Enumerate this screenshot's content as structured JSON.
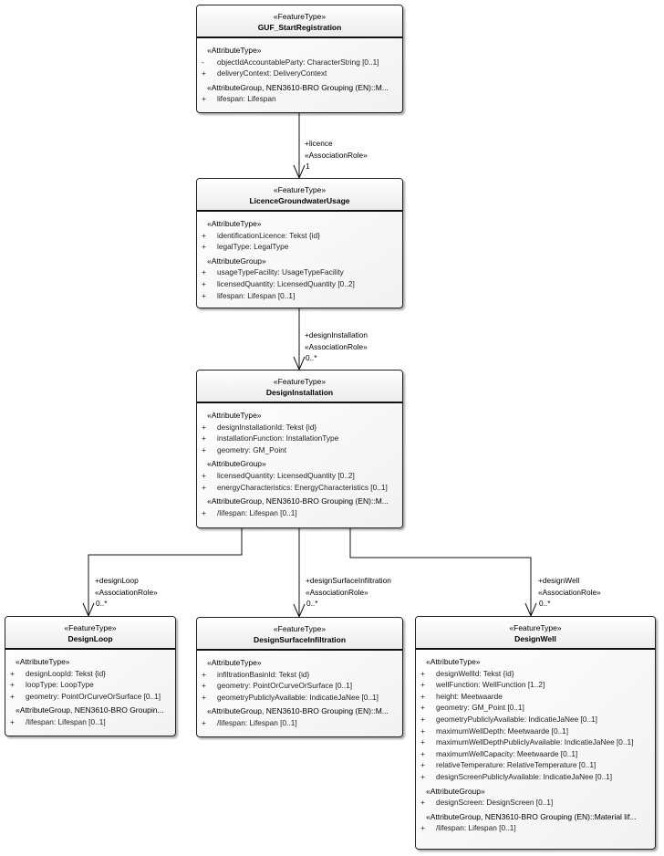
{
  "classes": [
    {
      "stereotype": "«FeatureType»",
      "name": "GUF_StartRegistration",
      "sections": [
        {
          "heading": "«AttributeType»",
          "rows": [
            {
              "vis": "-",
              "text": "objectIdAccountableParty: CharacterString [0..1]"
            },
            {
              "vis": "+",
              "text": "deliveryContext: DeliveryContext"
            }
          ]
        },
        {
          "heading": "«AttributeGroup, NEN3610-BRO Grouping (EN)::M...",
          "rows": [
            {
              "vis": "+",
              "text": "lifespan: Lifespan"
            }
          ]
        }
      ]
    },
    {
      "stereotype": "«FeatureType»",
      "name": "LicenceGroundwaterUsage",
      "sections": [
        {
          "heading": "«AttributeType»",
          "rows": [
            {
              "vis": "+",
              "text": "identificationLicence: Tekst {id}"
            },
            {
              "vis": "+",
              "text": "legalType: LegalType"
            }
          ]
        },
        {
          "heading": "«AttributeGroup»",
          "rows": [
            {
              "vis": "+",
              "text": "usageTypeFacility: UsageTypeFacility"
            },
            {
              "vis": "+",
              "text": "licensedQuantity: LicensedQuantity [0..2]"
            },
            {
              "vis": "+",
              "text": "lifespan: Lifespan [0..1]"
            }
          ]
        }
      ]
    },
    {
      "stereotype": "«FeatureType»",
      "name": "DesignInstallation",
      "sections": [
        {
          "heading": "«AttributeType»",
          "rows": [
            {
              "vis": "+",
              "text": "designInstallationId: Tekst {id}"
            },
            {
              "vis": "+",
              "text": "installationFunction: InstallationType"
            },
            {
              "vis": "+",
              "text": "geometry: GM_Point"
            }
          ]
        },
        {
          "heading": "«AttributeGroup»",
          "rows": [
            {
              "vis": "+",
              "text": "licensedQuantity: LicensedQuantity [0..2]"
            },
            {
              "vis": "+",
              "text": "energyCharacteristics: EnergyCharacteristics [0..1]"
            }
          ]
        },
        {
          "heading": "«AttributeGroup, NEN3610-BRO Grouping (EN)::M...",
          "rows": [
            {
              "vis": "+",
              "text": "/lifespan: Lifespan [0..1]"
            }
          ]
        }
      ]
    },
    {
      "stereotype": "«FeatureType»",
      "name": "DesignLoop",
      "sections": [
        {
          "heading": "«AttributeType»",
          "rows": [
            {
              "vis": "+",
              "text": "designLoopId: Tekst {id}"
            },
            {
              "vis": "+",
              "text": "loopType: LoopType"
            },
            {
              "vis": "+",
              "text": "geometry: PointOrCurveOrSurface [0..1]"
            }
          ]
        },
        {
          "heading": "«AttributeGroup, NEN3610-BRO Groupin...",
          "rows": [
            {
              "vis": "+",
              "text": "/lifespan: Lifespan [0..1]"
            }
          ]
        }
      ]
    },
    {
      "stereotype": "«FeatureType»",
      "name": "DesignSurfaceInfiltration",
      "sections": [
        {
          "heading": "«AttributeType»",
          "rows": [
            {
              "vis": "+",
              "text": "infiltrationBasinId: Tekst {id}"
            },
            {
              "vis": "+",
              "text": "geometry: PointOrCurveOrSurface [0..1]"
            },
            {
              "vis": "+",
              "text": "geometryPubliclyAvailable: IndicatieJaNee [0..1]"
            }
          ]
        },
        {
          "heading": "«AttributeGroup, NEN3610-BRO Grouping (EN)::M...",
          "rows": [
            {
              "vis": "+",
              "text": "/lifespan: Lifespan [0..1]"
            }
          ]
        }
      ]
    },
    {
      "stereotype": "«FeatureType»",
      "name": "DesignWell",
      "sections": [
        {
          "heading": "«AttributeType»",
          "rows": [
            {
              "vis": "+",
              "text": "designWellId: Tekst {id}"
            },
            {
              "vis": "+",
              "text": "wellFunction: WellFunction [1..2]"
            },
            {
              "vis": "+",
              "text": "height: Meetwaarde"
            },
            {
              "vis": "+",
              "text": "geometry: GM_Point [0..1]"
            },
            {
              "vis": "+",
              "text": "geometryPubliclyAvailable: IndicatieJaNee [0..1]"
            },
            {
              "vis": "+",
              "text": "maximumWellDepth: Meetwaarde [0..1]"
            },
            {
              "vis": "+",
              "text": "maximumWellDepthPubliclyAvailable: IndicatieJaNee [0..1]"
            },
            {
              "vis": "+",
              "text": "maximumWellCapacity: Meetwaarde [0..1]"
            },
            {
              "vis": "+",
              "text": "relativeTemperature: RelativeTemperature [0..1]"
            },
            {
              "vis": "+",
              "text": "designScreenPubliclyAvailable: IndicatieJaNee [0..1]"
            }
          ]
        },
        {
          "heading": "«AttributeGroup»",
          "rows": [
            {
              "vis": "+",
              "text": "designScreen: DesignScreen [0..1]"
            }
          ]
        },
        {
          "heading": "«AttributeGroup, NEN3610-BRO Grouping (EN)::Material lif...",
          "rows": [
            {
              "vis": "+",
              "text": "/lifespan: Lifespan [0..1]"
            }
          ]
        }
      ]
    }
  ],
  "associations": [
    {
      "role": "+licence",
      "stereotype": "«AssociationRole»",
      "multiplicity": "1"
    },
    {
      "role": "+designInstallation",
      "stereotype": "«AssociationRole»",
      "multiplicity": "0..*"
    },
    {
      "role": "+designLoop",
      "stereotype": "«AssociationRole»",
      "multiplicity": "0..*"
    },
    {
      "role": "+designSurfaceInfiltration",
      "stereotype": "«AssociationRole»",
      "multiplicity": "0..*"
    },
    {
      "role": "+designWell",
      "stereotype": "«AssociationRole»",
      "multiplicity": "0..*"
    }
  ]
}
